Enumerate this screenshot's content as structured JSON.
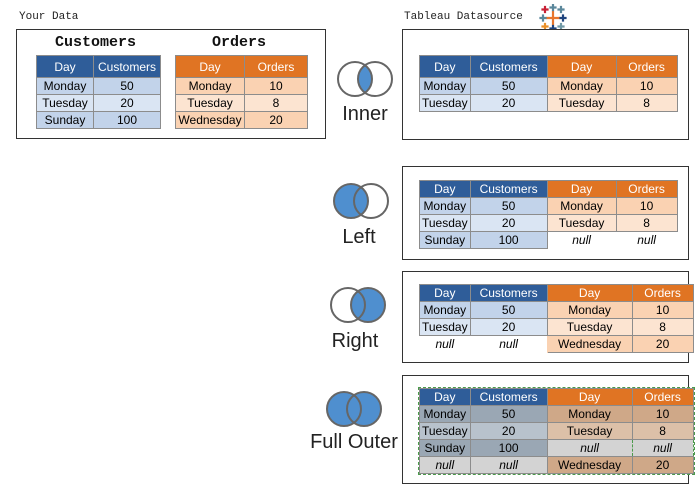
{
  "labels": {
    "your_data": "Your Data",
    "datasource": "Tableau Datasource",
    "customers_title": "Customers",
    "orders_title": "Orders"
  },
  "source": {
    "customers": {
      "headers": [
        "Day",
        "Customers"
      ],
      "rows": [
        [
          "Monday",
          "50"
        ],
        [
          "Tuesday",
          "20"
        ],
        [
          "Sunday",
          "100"
        ]
      ]
    },
    "orders": {
      "headers": [
        "Day",
        "Orders"
      ],
      "rows": [
        [
          "Monday",
          "10"
        ],
        [
          "Tuesday",
          "8"
        ],
        [
          "Wednesday",
          "20"
        ]
      ]
    }
  },
  "joins": {
    "headers": [
      "Day",
      "Customers",
      "Day",
      "Orders"
    ],
    "inner": {
      "label": "Inner",
      "rows": [
        [
          "Monday",
          "50",
          "Monday",
          "10"
        ],
        [
          "Tuesday",
          "20",
          "Tuesday",
          "8"
        ]
      ]
    },
    "left": {
      "label": "Left",
      "rows": [
        [
          "Monday",
          "50",
          "Monday",
          "10"
        ],
        [
          "Tuesday",
          "20",
          "Tuesday",
          "8"
        ],
        [
          "Sunday",
          "100",
          "null",
          "null"
        ]
      ]
    },
    "right": {
      "label": "Right",
      "rows": [
        [
          "Monday",
          "50",
          "Monday",
          "10"
        ],
        [
          "Tuesday",
          "20",
          "Tuesday",
          "8"
        ],
        [
          "null",
          "null",
          "Wednesday",
          "20"
        ]
      ]
    },
    "full": {
      "label": "Full Outer",
      "rows": [
        [
          "Monday",
          "50",
          "Monday",
          "10"
        ],
        [
          "Tuesday",
          "20",
          "Tuesday",
          "8"
        ],
        [
          "Sunday",
          "100",
          "null",
          "null"
        ],
        [
          "null",
          "null",
          "Wednesday",
          "20"
        ]
      ]
    }
  },
  "colors": {
    "blue_header": "#2f5d99",
    "orange_header": "#e07423",
    "venn_fill": "#4f8fcf"
  }
}
